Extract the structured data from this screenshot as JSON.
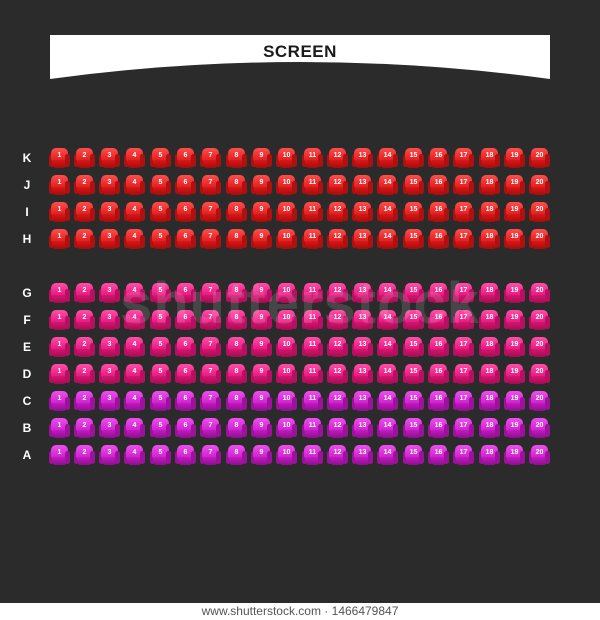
{
  "screen": {
    "label": "SCREEN"
  },
  "rows": [
    {
      "label": "K",
      "color": "red"
    },
    {
      "label": "J",
      "color": "red"
    },
    {
      "label": "I",
      "color": "red"
    },
    {
      "label": "H",
      "color": "red"
    },
    {
      "label": "G",
      "color": "pink"
    },
    {
      "label": "F",
      "color": "pink"
    },
    {
      "label": "E",
      "color": "pink"
    },
    {
      "label": "D",
      "color": "pink"
    },
    {
      "label": "C",
      "color": "purple"
    },
    {
      "label": "B",
      "color": "purple"
    },
    {
      "label": "A",
      "color": "purple"
    }
  ],
  "seat_numbers": [
    1,
    2,
    3,
    4,
    5,
    6,
    7,
    8,
    9,
    10,
    11,
    12,
    13,
    14,
    15,
    16,
    17,
    18,
    19,
    20
  ],
  "colors": {
    "background": "#2b2b2b",
    "screen": "#ffffff",
    "red": "#e01c1c",
    "pink": "#e5157e",
    "purple": "#cc1fcc"
  },
  "watermark": {
    "text": "shutterstock"
  },
  "footer": {
    "text": "www.shutterstock.com · 1466479847"
  }
}
